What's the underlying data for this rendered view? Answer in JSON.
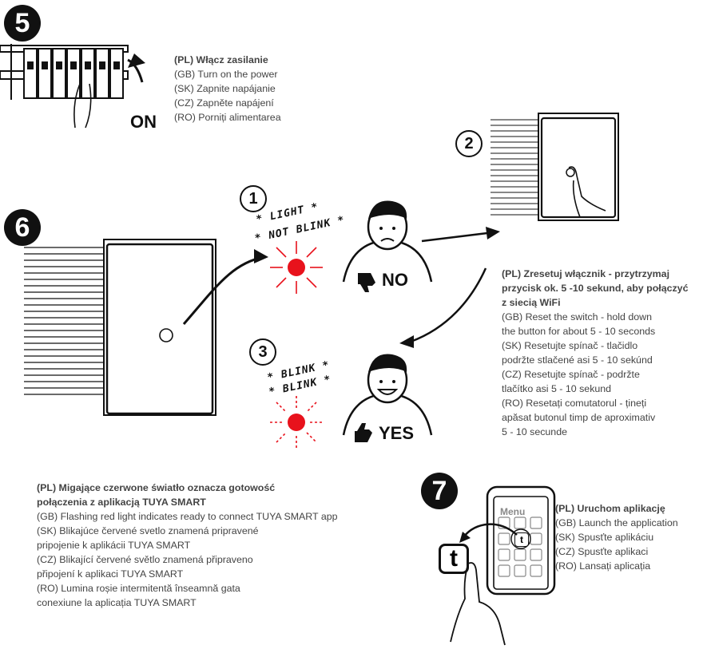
{
  "step5": {
    "badge": "5",
    "on_label": "ON",
    "lines": [
      "(PL) Włącz zasilanie",
      "(GB) Turn on the power",
      "(SK) Zapnite napájanie",
      "(CZ) Zapněte napájení",
      "(RO) Porniți alimentarea"
    ]
  },
  "step6": {
    "badge": "6",
    "state1": {
      "num": "1",
      "line1": "* LIGHT *",
      "line2": "* NOT BLINK *",
      "answer": "NO"
    },
    "state2": {
      "num": "2"
    },
    "state3": {
      "num": "3",
      "line1": "* BLINK *",
      "line2": "* BLINK *",
      "answer": "YES"
    },
    "reset_text": {
      "pl": [
        "(PL) Zresetuj włącznik - przytrzymaj",
        "przycisk ok. 5 -10 sekund, aby połączyć",
        "z siecią WiFi"
      ],
      "other": [
        "(GB) Reset the switch - hold down",
        "the button for about 5 - 10 seconds",
        "(SK) Resetujte spínač - tlačidlo",
        "podržte stlačené asi 5 - 10 sekúnd",
        "(CZ) Resetujte spínač - podržte",
        "tlačítko asi 5 - 10 sekund",
        "(RO) Resetați comutatorul - țineți",
        "apăsat butonul timp de aproximativ",
        "5 - 10 secunde"
      ]
    },
    "blink_text": {
      "pl": [
        "(PL) Migające czerwone światło oznacza gotowość",
        "połączenia z aplikacją TUYA SMART"
      ],
      "other": [
        "(GB) Flashing red light indicates ready to connect TUYA SMART app",
        "(SK) Blikajúce červené svetlo znamená pripravené",
        "pripojenie k aplikácii TUYA SMART",
        "(CZ) Blikající červené světlo znamená připraveno",
        "připojení k aplikaci TUYA SMART",
        "(RO) Lumina roșie intermitentă înseamnă gata",
        "conexiune la aplicația TUYA SMART"
      ]
    }
  },
  "step7": {
    "badge": "7",
    "menu_label": "Menu",
    "app_icon_letter": "t",
    "pl": "(PL) Uruchom aplikację",
    "other": [
      "(GB) Launch the application",
      "(SK) Spusťte aplikáciu",
      "(CZ) Spusťte aplikaci",
      "(RO) Lansați aplicația"
    ]
  },
  "colors": {
    "led_red": "#e8121c",
    "ink": "#111111"
  },
  "icons": [
    "thumbs-down-icon",
    "thumbs-up-icon",
    "hand-icon",
    "arrow-icon"
  ]
}
